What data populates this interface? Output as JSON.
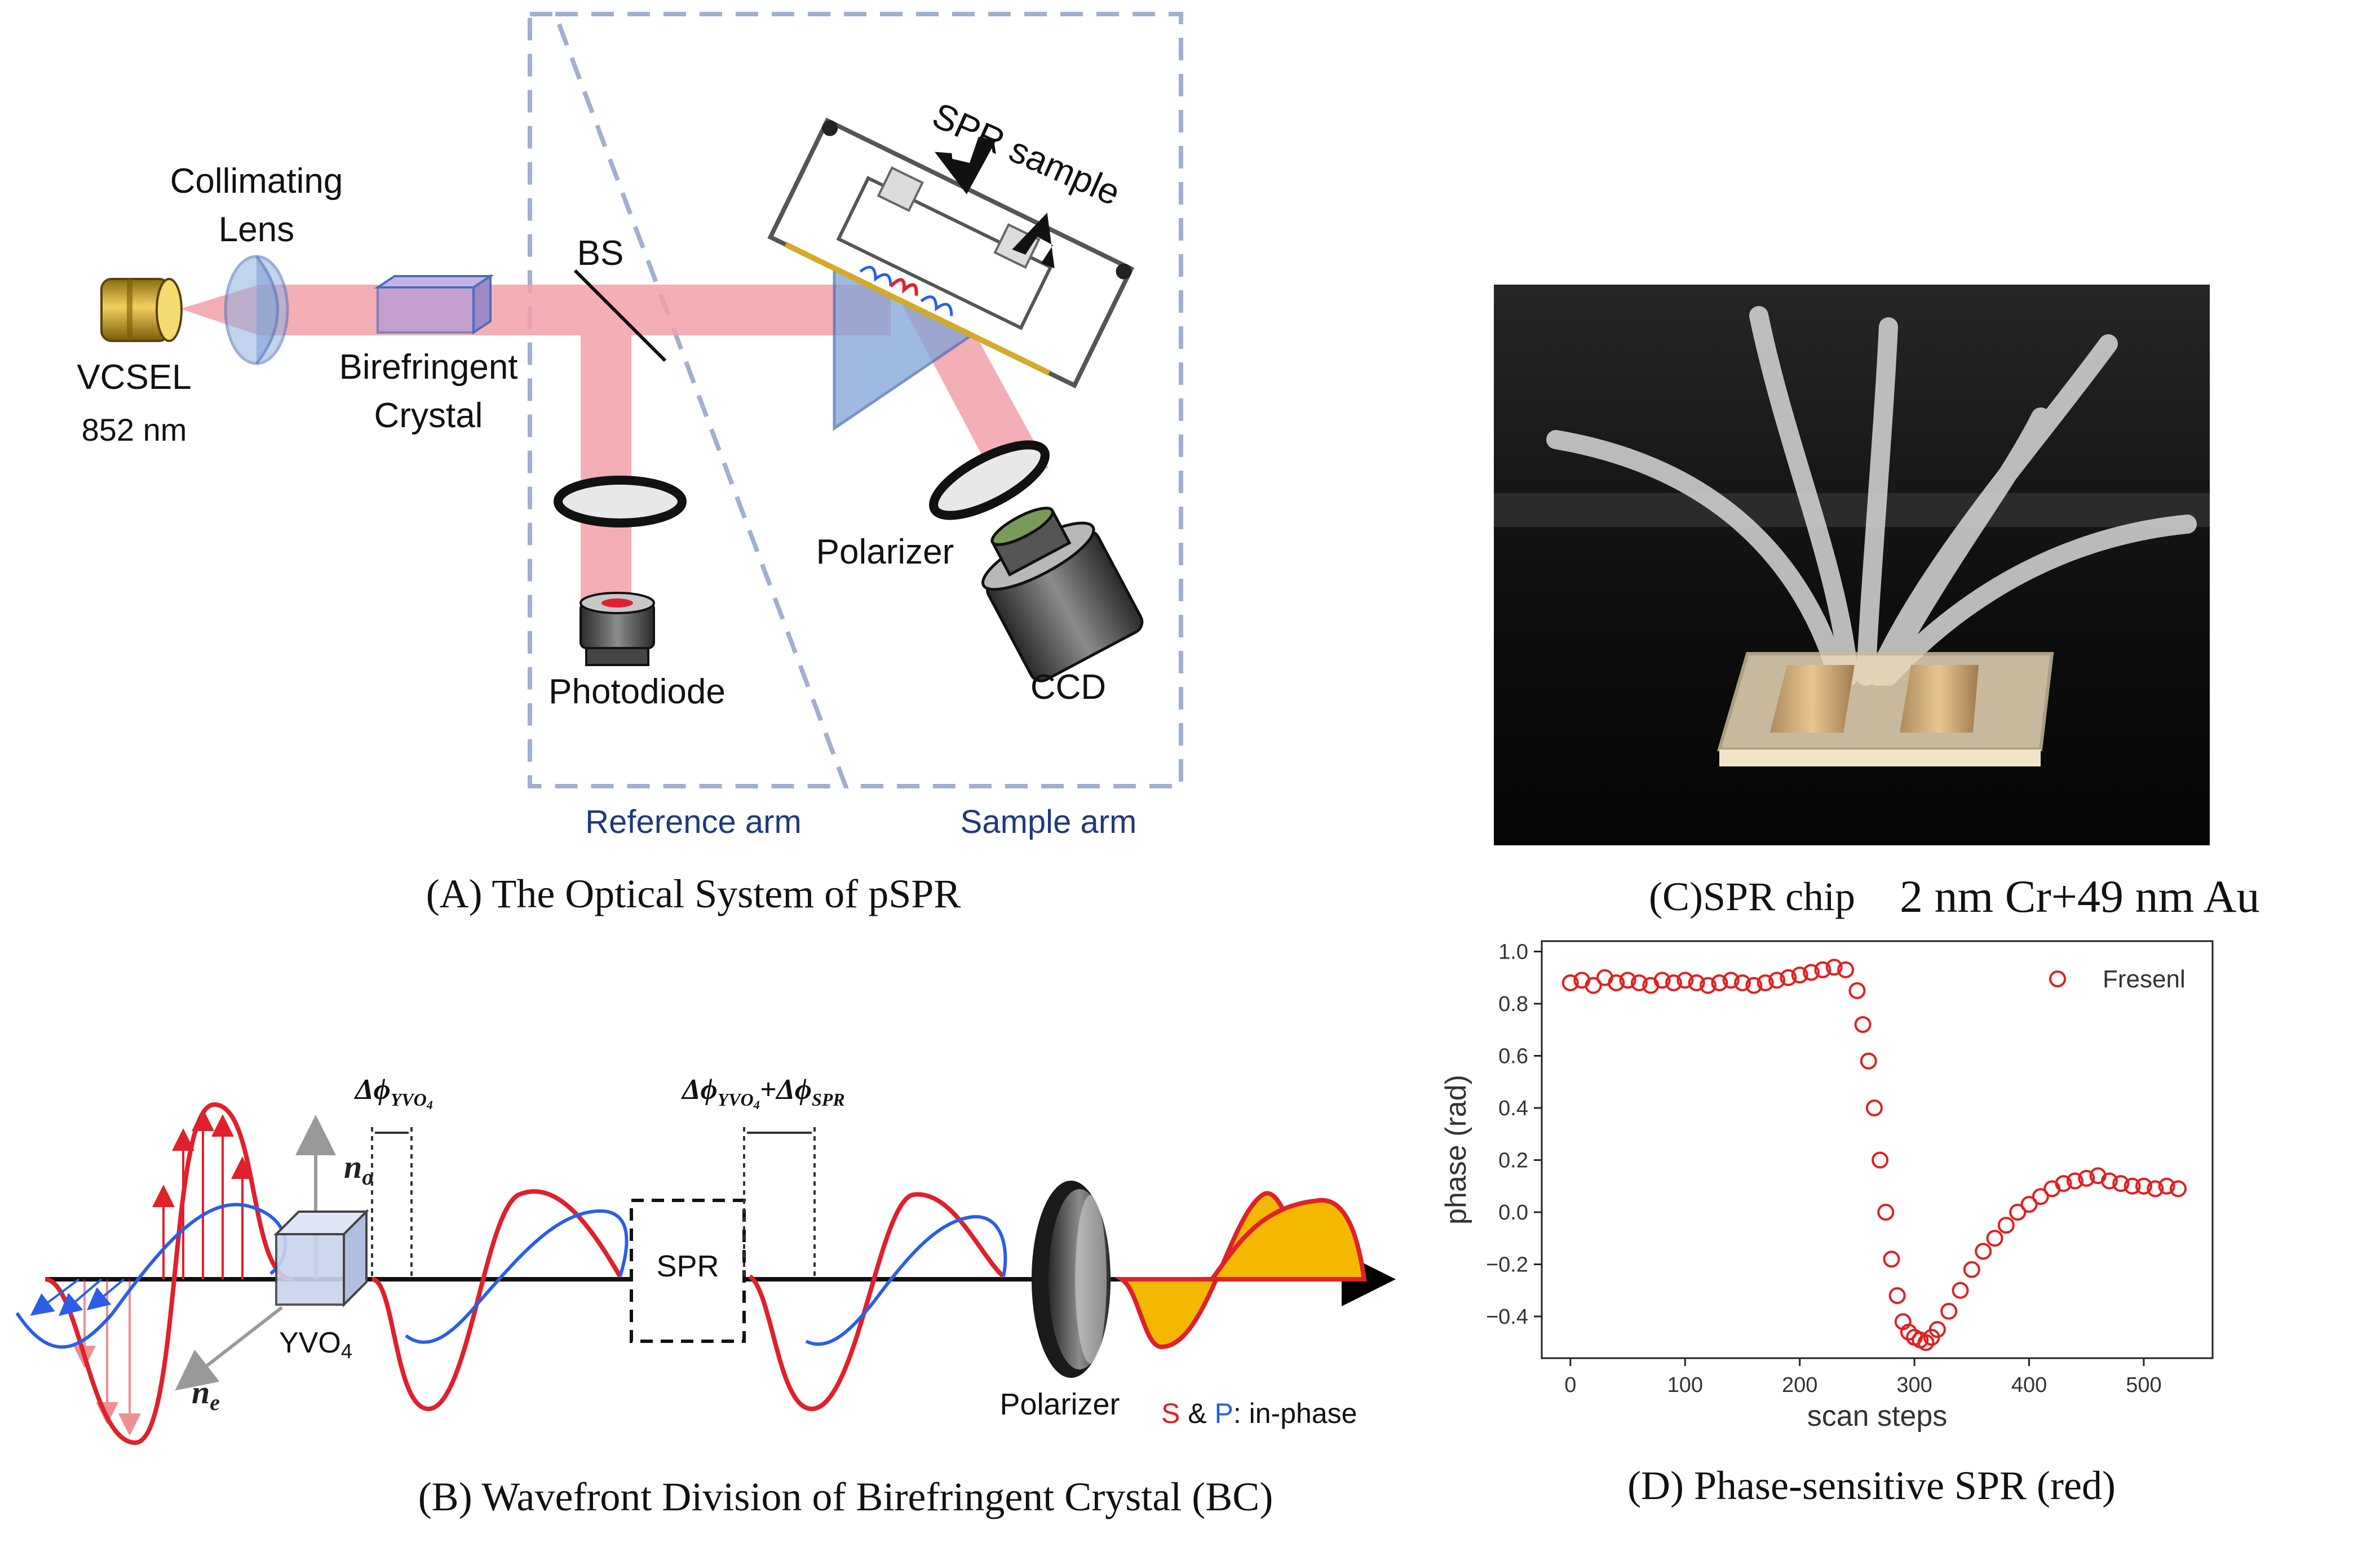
{
  "panel_a": {
    "caption": "(A) The Optical System of pSPR",
    "vcsel_label": "VCSEL",
    "vcsel_wavelength": "852 nm",
    "lens_label_line1": "Collimating",
    "lens_label_line2": "Lens",
    "crystal_label_line1": "Birefringent",
    "crystal_label_line2": "Crystal",
    "bs_label": "BS",
    "sample_label": "SPR sample",
    "polarizer_label": "Polarizer",
    "photodiode_label": "Photodiode",
    "ccd_label": "CCD",
    "reference_arm_label": "Reference arm",
    "sample_arm_label": "Sample arm",
    "colors": {
      "beam": "#f2a0a8",
      "frame": "#9fb0d0",
      "arm_label": "#1f3a7a",
      "prism": "#7fa4d8",
      "vcsel": "#d4aa2a"
    }
  },
  "panel_b": {
    "caption": "(B) Wavefront Division of Birefringent Crystal (BC)",
    "no_label": "n",
    "no_sub": "o",
    "ne_label": "n",
    "ne_sub": "e",
    "crystal_label": "YVO",
    "crystal_sub": "4",
    "delta_label": "Δϕ",
    "delta_sub": "YVO",
    "delta_sub4": "4",
    "delta2_plus": "+Δϕ",
    "delta2_sub": "SPR",
    "spr_box_label": "SPR",
    "polarizer_label": "Polarizer",
    "legend_s": "S",
    "legend_amp": " & ",
    "legend_p": "P",
    "legend_rest": ": in-phase",
    "colors": {
      "s_wave": "#e0202a",
      "p_wave": "#2a5ee8",
      "fill": "#f5b800"
    }
  },
  "panel_c": {
    "caption_part1": "(C)SPR chip",
    "caption_part2": "2 nm Cr+49 nm Au"
  },
  "panel_d": {
    "caption": "(D) Phase-sensitive SPR (red)",
    "chart_data": {
      "type": "scatter",
      "xlabel": "scan steps",
      "ylabel": "phase (rad)",
      "xlim": [
        -25,
        560
      ],
      "ylim": [
        -0.56,
        1.04
      ],
      "xticks": [
        "0",
        "100",
        "200",
        "300",
        "400",
        "500"
      ],
      "yticks": [
        "1.0",
        "0.8",
        "0.6",
        "0.4",
        "0.2",
        "0.0",
        "−0.2",
        "−0.4"
      ],
      "xtick_values": [
        0,
        100,
        200,
        300,
        400,
        500
      ],
      "ytick_values": [
        1.0,
        0.8,
        0.6,
        0.4,
        0.2,
        0.0,
        -0.2,
        -0.4
      ],
      "legend_position": "top-right",
      "series": [
        {
          "name": "Fresenl",
          "color": "#e02020",
          "marker": "open-circle",
          "x": [
            0,
            10,
            20,
            30,
            40,
            50,
            60,
            70,
            80,
            90,
            100,
            110,
            120,
            130,
            140,
            150,
            160,
            170,
            180,
            190,
            200,
            210,
            220,
            230,
            240,
            250,
            255,
            260,
            265,
            270,
            275,
            280,
            285,
            290,
            295,
            300,
            305,
            310,
            315,
            320,
            330,
            340,
            350,
            360,
            370,
            380,
            390,
            400,
            410,
            420,
            430,
            440,
            450,
            460,
            470,
            480,
            490,
            500,
            510,
            520,
            530
          ],
          "y": [
            0.88,
            0.89,
            0.87,
            0.9,
            0.88,
            0.89,
            0.88,
            0.87,
            0.89,
            0.88,
            0.89,
            0.88,
            0.87,
            0.88,
            0.89,
            0.88,
            0.87,
            0.88,
            0.89,
            0.9,
            0.91,
            0.92,
            0.93,
            0.94,
            0.93,
            0.85,
            0.72,
            0.58,
            0.4,
            0.2,
            0.0,
            -0.18,
            -0.32,
            -0.42,
            -0.46,
            -0.48,
            -0.49,
            -0.5,
            -0.48,
            -0.45,
            -0.38,
            -0.3,
            -0.22,
            -0.15,
            -0.1,
            -0.05,
            0.0,
            0.03,
            0.06,
            0.09,
            0.11,
            0.12,
            0.13,
            0.14,
            0.12,
            0.11,
            0.1,
            0.1,
            0.09,
            0.1,
            0.09
          ]
        }
      ]
    }
  }
}
